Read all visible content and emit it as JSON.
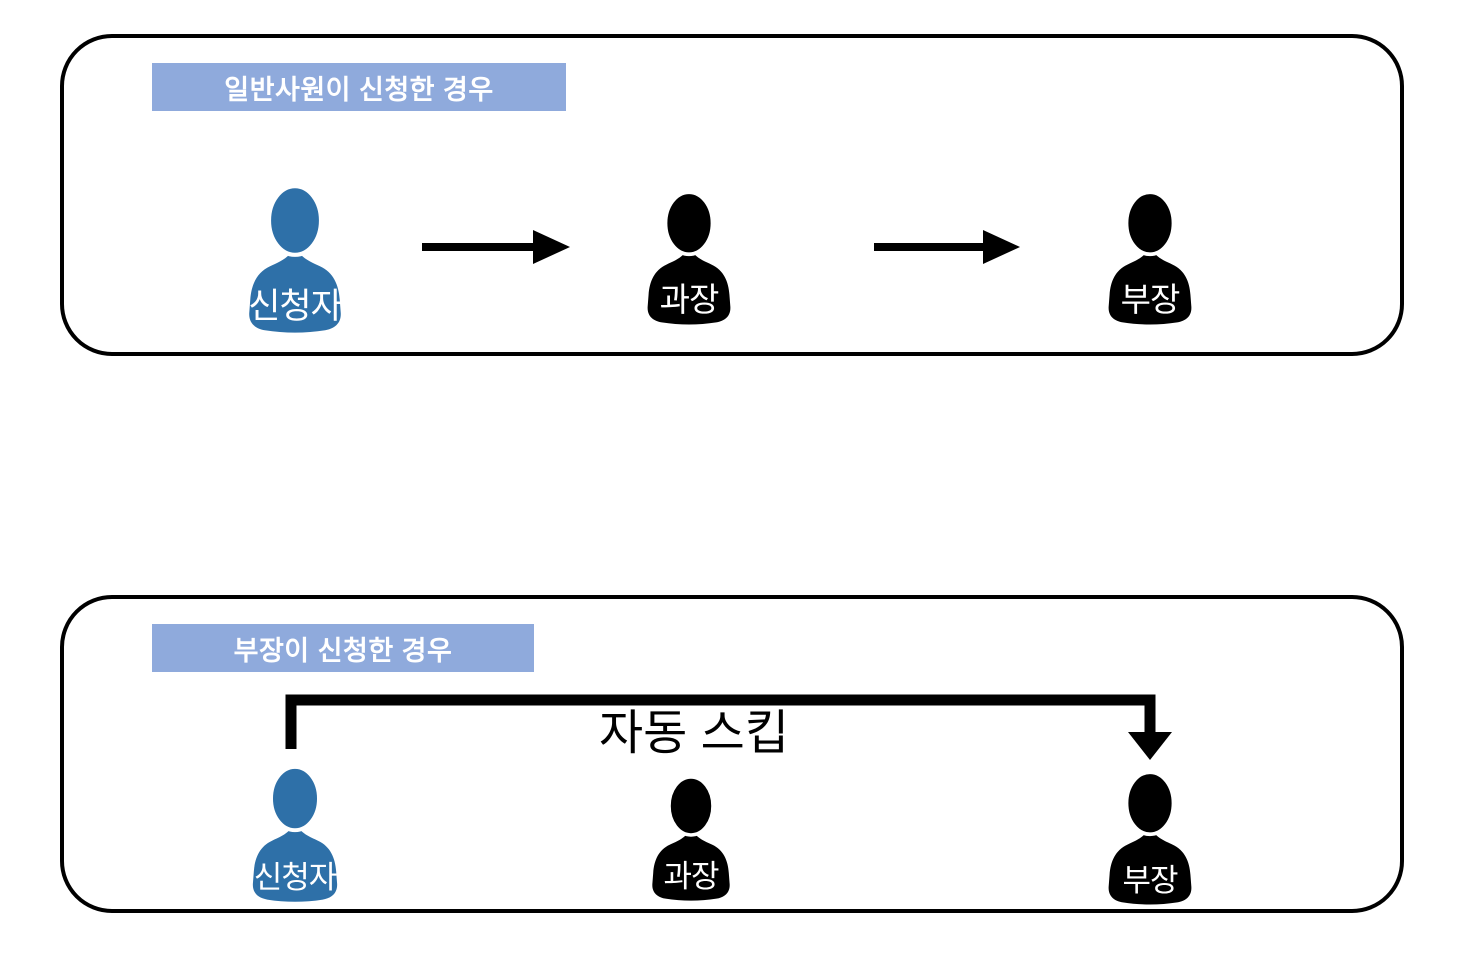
{
  "colors": {
    "panel_border": "#000000",
    "header_band_bg": "#8FAADC",
    "header_text": "#FFFFFF",
    "applicant_icon": "#2E70A8",
    "approver_icon": "#000000",
    "arrow": "#000000",
    "person_label_text": "#FFFFFF",
    "skip_text": "#000000"
  },
  "panels": [
    {
      "title": "일반사원이 신청한 경우",
      "persons": [
        {
          "label": "신청자"
        },
        {
          "label": "과장"
        },
        {
          "label": "부장"
        }
      ]
    },
    {
      "title": "부장이 신청한 경우",
      "skip_label": "자동 스킵",
      "persons": [
        {
          "label": "신청자"
        },
        {
          "label": "과장"
        },
        {
          "label": "부장"
        }
      ]
    }
  ]
}
